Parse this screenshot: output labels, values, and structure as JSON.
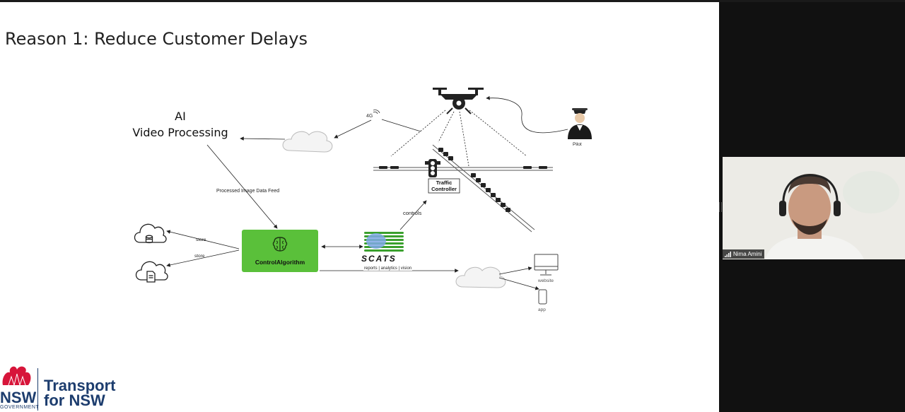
{
  "slide": {
    "title": "Reason 1: Reduce Customer Delays",
    "ai_line1": "AI",
    "ai_line2": "Video Processing",
    "feed_label": "Processed Image Data Feed",
    "store1": "store",
    "store2": "store",
    "control_label": "ControlAlgorithm",
    "scats_label": "SCATS",
    "controls_label": "controls",
    "traffic_controller_line1": "Traffic",
    "traffic_controller_line2": "Controller",
    "reports_label": "reports | analytics | vision",
    "website_label": "website",
    "app_label": "app",
    "pilot_label": "Pilot",
    "network_badge": "4G"
  },
  "logo": {
    "nsw": "NSW",
    "gov": "GOVERNMENT",
    "line1": "Transport",
    "line2": "for NSW"
  },
  "participant": {
    "name": "Nima Amini"
  },
  "colors": {
    "control_box": "#5ac03a",
    "brand_navy": "#1d3d6e",
    "brand_red": "#d7153a"
  }
}
